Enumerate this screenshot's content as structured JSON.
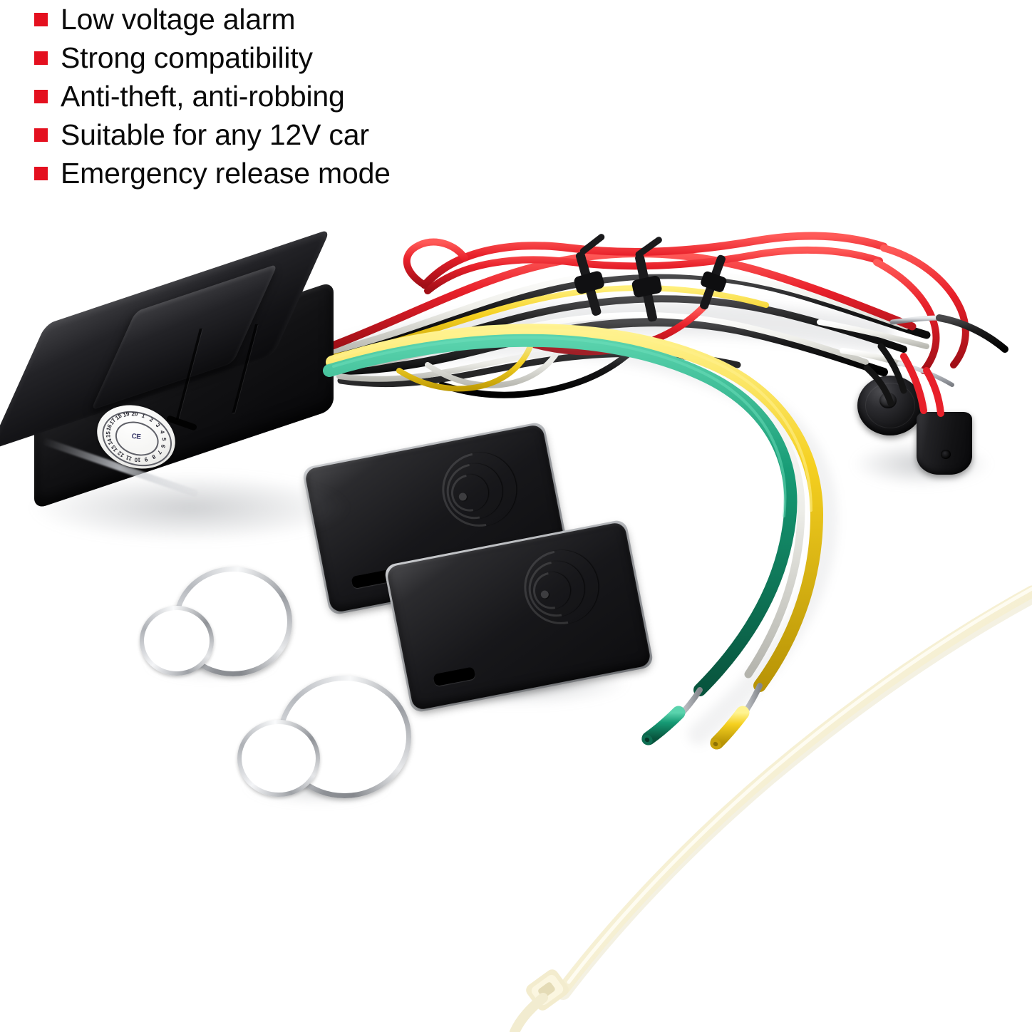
{
  "image": {
    "subject": "12V car anti-theft alarm immobilizer kit",
    "background_color": "#ffffff"
  },
  "features": {
    "bullet_color": "#e4101f",
    "text_color": "#0a0a0a",
    "items": [
      {
        "label": "Low voltage alarm"
      },
      {
        "label": "Strong compatibility"
      },
      {
        "label": "Anti-theft, anti-robbing"
      },
      {
        "label": "Suitable for any 12V car"
      },
      {
        "label": "Emergency release mode"
      }
    ]
  },
  "products": {
    "control_module": {
      "name": "Control module",
      "body_color": "#0d0d0f",
      "sticker": {
        "name": "Round certification label",
        "face_color": "#f4f4f2",
        "brand_text": "CE",
        "digits": [
          "1",
          "2",
          "3",
          "4",
          "5",
          "6",
          "7",
          "8",
          "9",
          "10",
          "11",
          "12",
          "13",
          "14",
          "15",
          "16",
          "17",
          "18",
          "19",
          "20"
        ]
      }
    },
    "rfid_cards": [
      {
        "name": "RFID transponder card 1",
        "color": "#17171a"
      },
      {
        "name": "RFID transponder card 2",
        "color": "#17171a"
      }
    ],
    "key_rings": [
      {
        "name": "Split key ring 1",
        "color": "#c8cbd0"
      },
      {
        "name": "Split key ring 2",
        "color": "#c8cbd0"
      }
    ],
    "buzzers": [
      {
        "name": "Round siren buzzer",
        "color": "#151517"
      },
      {
        "name": "Cylindrical buzzer",
        "color": "#131315"
      }
    ],
    "cable_tie": {
      "name": "Nylon cable tie",
      "color": "#f7f2d8"
    }
  },
  "wire_colors": {
    "red": "#e8202a",
    "yellow": "#f5d020",
    "green": "#169a74",
    "black": "#141414",
    "white": "#f2f2ee",
    "metal_tip": "#b9bcc1"
  }
}
